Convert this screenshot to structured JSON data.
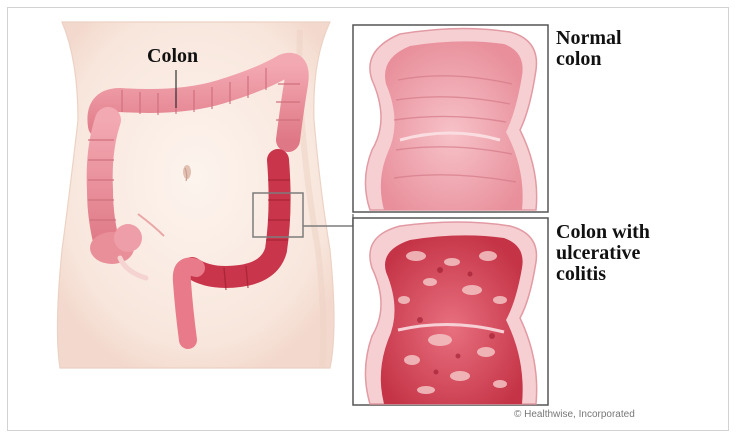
{
  "labels": {
    "colon": "Colon",
    "normal_colon_line1": "Normal",
    "normal_colon_line2": "colon",
    "uc_line1": "Colon with",
    "uc_line2": "ulcerative",
    "uc_line3": "colitis"
  },
  "credit": "© Healthwise, Incorporated",
  "colors": {
    "skin": "#fbeee6",
    "colon": "#e98f9a",
    "inflamed": "#c9354a",
    "mucosa": "#f1a9b3",
    "wall": "#f6cfd3"
  }
}
